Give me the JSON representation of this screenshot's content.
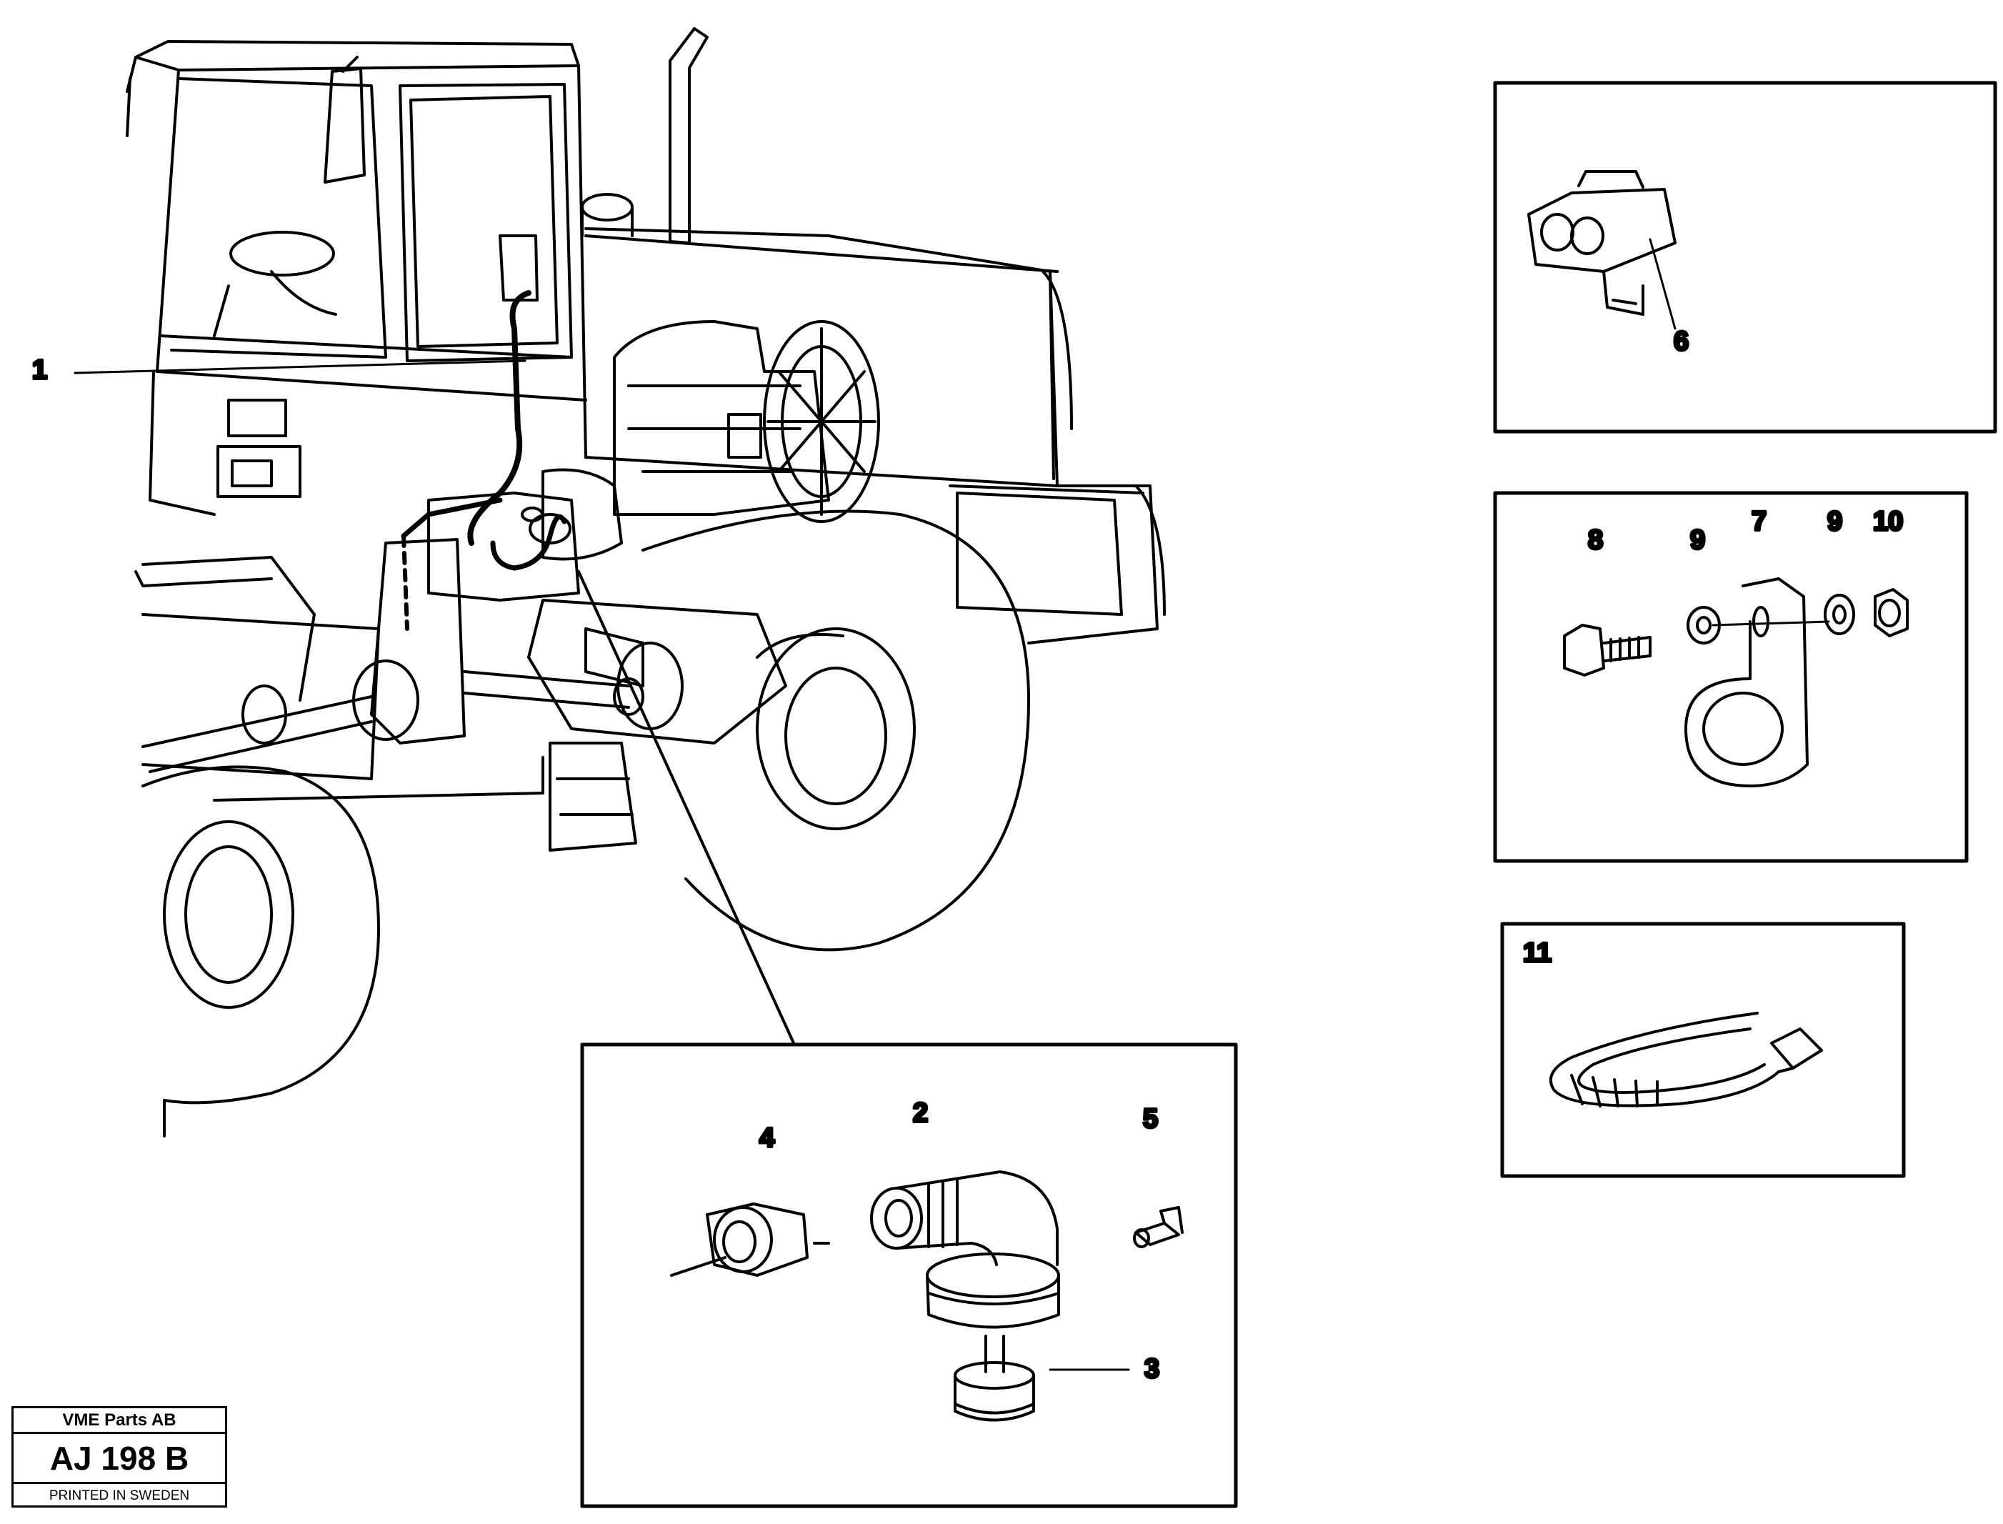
{
  "callouts": {
    "c1": "1",
    "c2": "2",
    "c3": "3",
    "c4": "4",
    "c5": "5",
    "c6": "6",
    "c7": "7",
    "c8": "8",
    "c9a": "9",
    "c9b": "9",
    "c10": "10",
    "c11": "11"
  },
  "stamp": {
    "company": "VME Parts AB",
    "code": "AJ 198 B",
    "printed": "PRINTED IN SWEDEN"
  }
}
